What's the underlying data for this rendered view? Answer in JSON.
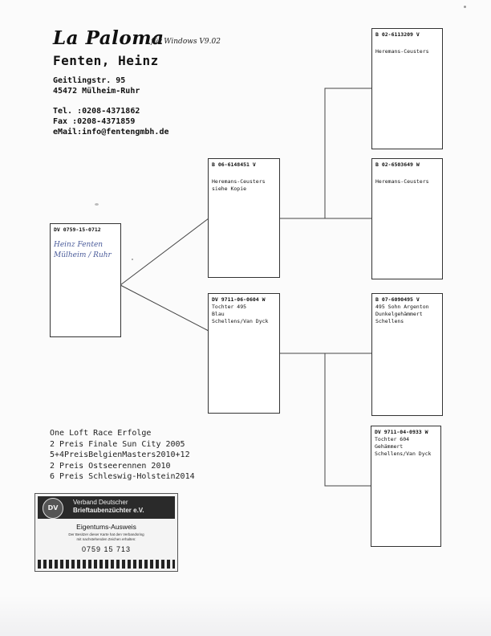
{
  "header": {
    "logo_text": "La Paloma",
    "logo_sub": "für Windows V9.02",
    "owner": "Fenten, Heinz",
    "street": "Geitlingstr. 95",
    "city": "45472 Mülheim-Ruhr",
    "tel": "Tel. :0208-4371862",
    "fax": "Fax  :0208-4371859",
    "email": "eMail:info@fentengmbh.de"
  },
  "pedigree": {
    "subject": {
      "ring": "DV 0759-15-0712",
      "hand_line1": "Heinz Fenten",
      "hand_line2": "Mülheim / Ruhr"
    },
    "sire": {
      "ring": "B  06-6148451 V",
      "lines": [
        "Heremans-Ceusters",
        "siehe Kopie"
      ]
    },
    "dam": {
      "ring": "DV 9711-06-0604 W",
      "lines": [
        "Tochter 495",
        "Blau",
        "Schellens/Van Dyck"
      ]
    },
    "sire_sire": {
      "ring": "B  02-6113209 V",
      "lines": [
        "Heremans-Ceusters"
      ]
    },
    "sire_dam": {
      "ring": "B  02-6503649 W",
      "lines": [
        "Heremans-Ceusters"
      ]
    },
    "dam_sire": {
      "ring": "B  07-6090495 V",
      "lines": [
        "495 Sohn Argenton",
        "Dunkelgehämmert",
        "Schellens"
      ]
    },
    "dam_dam": {
      "ring": "DV 9711-04-0933 W",
      "lines": [
        "Tochter 604",
        "Gehämmert",
        "Schellens/Van Dyck"
      ]
    }
  },
  "results": [
    "One Loft Race Erfolge",
    "2 Preis Finale Sun City 2005",
    "5+4PreisBelgienMasters2010+12",
    "2 Preis Ostseerennen 2010",
    "6 Preis Schleswig-Holstein2014"
  ],
  "card": {
    "logo": "DV",
    "org_line1": "Verband Deutscher",
    "org_line2": "Brieftaubenzüchter e.V.",
    "title": "Eigentums-Ausweis",
    "note1": "Der Besitzer dieser Karte hat den Verbandsring",
    "note2": "mit nachstehenden Zeichen erhalten:",
    "number": "0759  15  713"
  }
}
